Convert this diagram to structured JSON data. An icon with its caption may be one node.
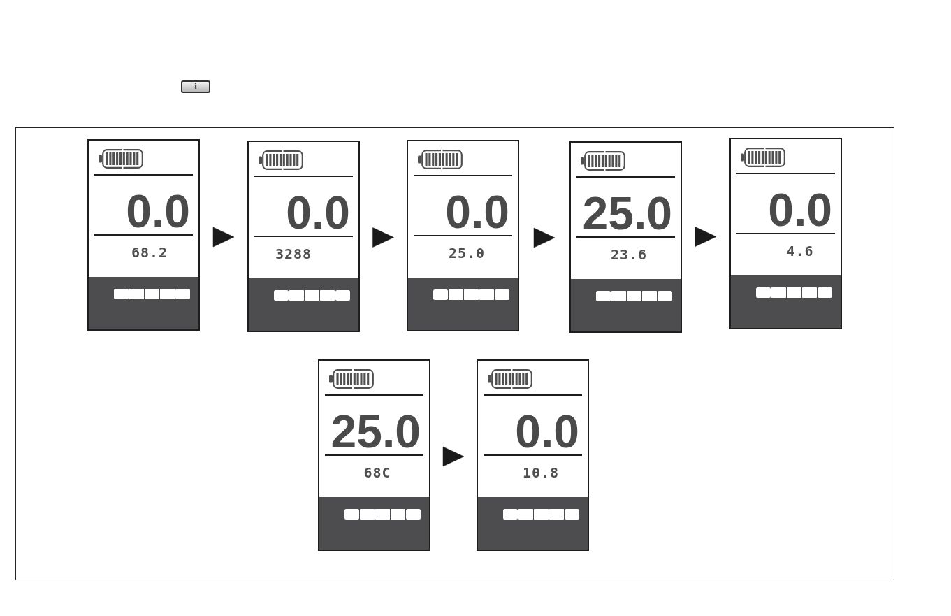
{
  "diagram": {
    "nodes": [
      {
        "text": [
          "0.0",
          "68.2"
        ]
      },
      {
        "text": [
          "0.0",
          "3288"
        ]
      },
      {
        "text": [
          "0.0",
          "25.0"
        ]
      },
      {
        "text": [
          "25.0",
          "23.6"
        ]
      },
      {
        "text": [
          "0.0",
          "4.6"
        ]
      },
      {
        "text": [
          "25.0",
          "68C"
        ]
      },
      {
        "text": [
          "0.0",
          "10.8"
        ]
      }
    ],
    "edges": [
      {
        "from": 0,
        "to": 1,
        "arrow": "to"
      },
      {
        "from": 1,
        "to": 2,
        "arrow": "to"
      },
      {
        "from": 2,
        "to": 3,
        "arrow": "to"
      },
      {
        "from": 3,
        "to": 4,
        "arrow": "to"
      },
      {
        "from": 5,
        "to": 6,
        "arrow": "to"
      }
    ],
    "labels": [
      "i"
    ]
  }
}
